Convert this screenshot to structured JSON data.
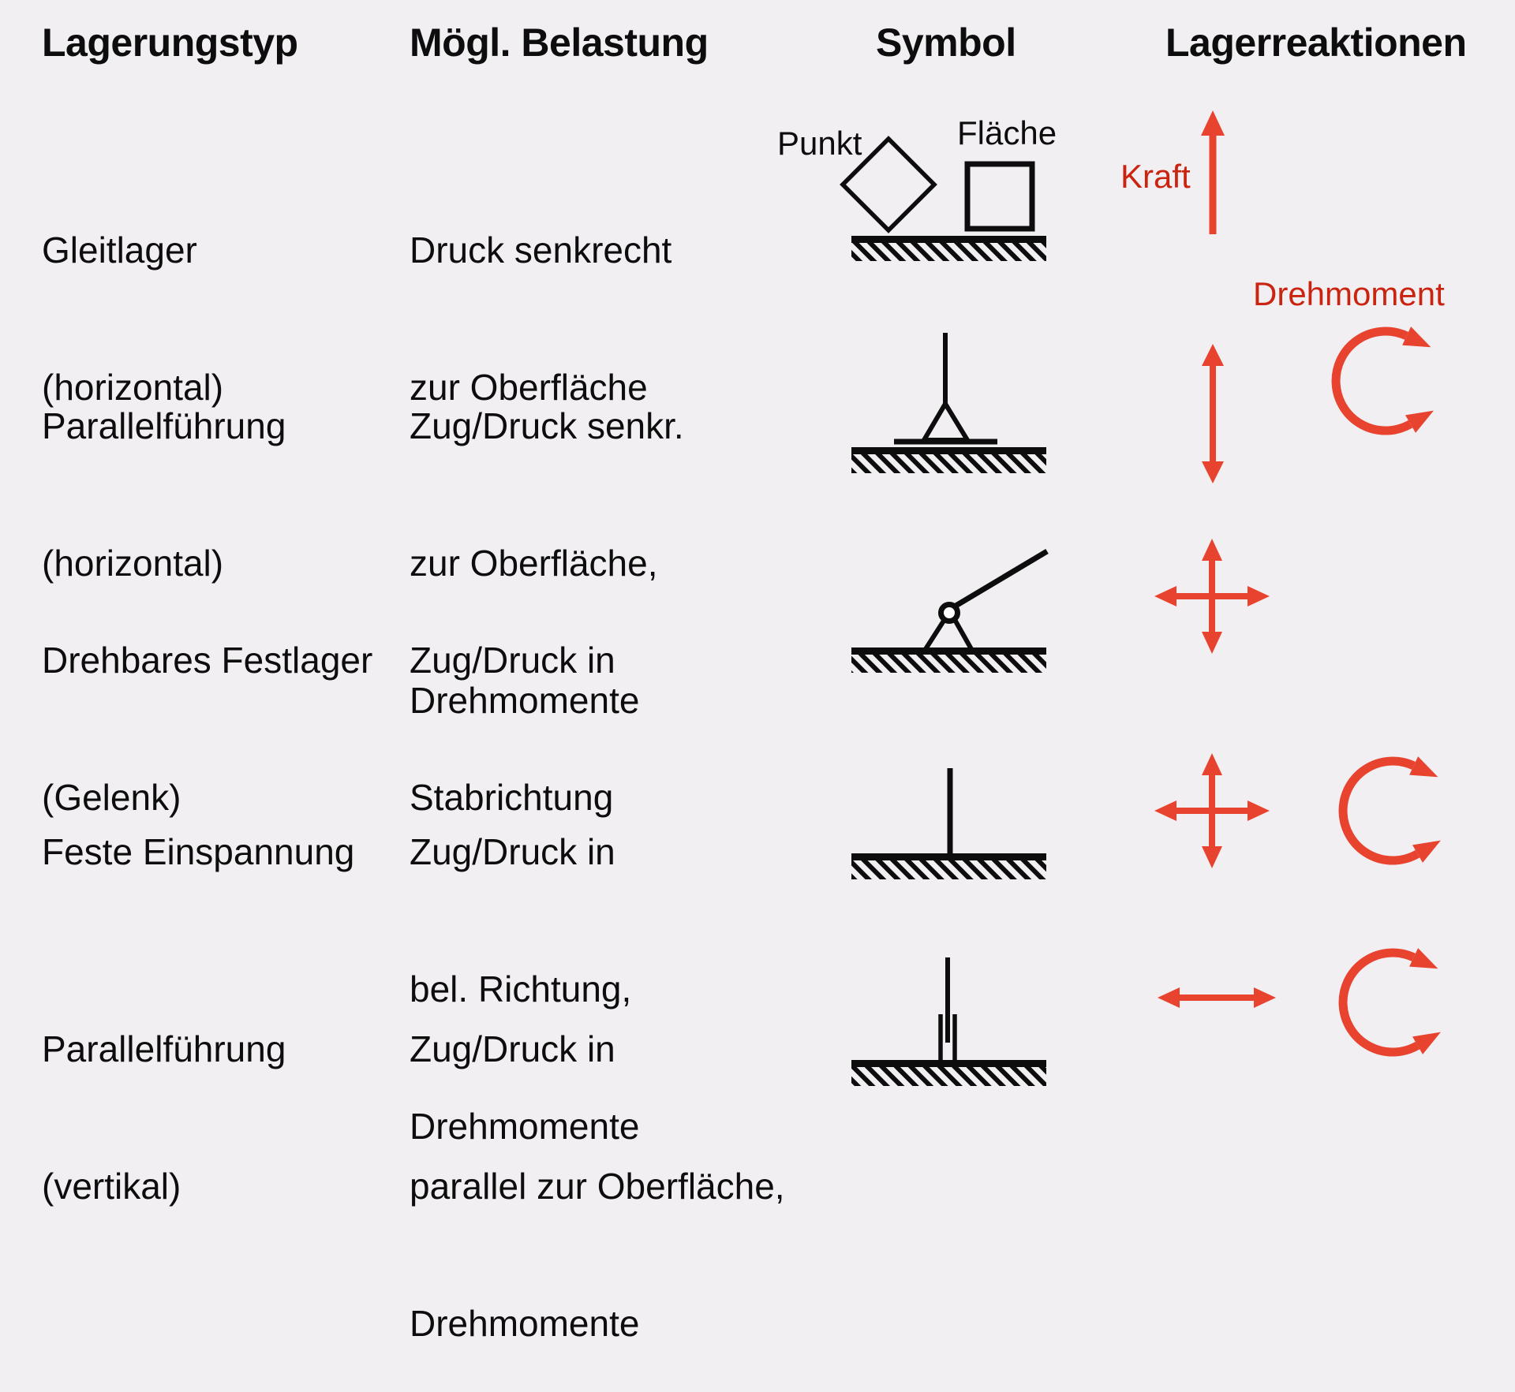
{
  "figure": {
    "background_color": "#f2eff3",
    "ink_color": "#0d0d0d",
    "arrow_color": "#e8432e",
    "red_label_color": "#c9240f",
    "columns": [
      "Lagerungstyp",
      "Mögl. Belastung",
      "Symbol",
      "Lagerreaktionen"
    ],
    "annotations": {
      "punkt": "Punkt",
      "flaeche": "Fläche",
      "kraft": "Kraft",
      "drehmoment": "Drehmoment"
    },
    "rows": [
      {
        "type": [
          "Gleitlager",
          "(horizontal)"
        ],
        "load": [
          "Druck senkrecht",
          "zur Oberfläche"
        ],
        "symbol_icon": "point-and-surface-contact-on-hatched-ground",
        "reaction_icons": [
          "force-arrow-up"
        ]
      },
      {
        "type": [
          "Parallelführung",
          "(horizontal)"
        ],
        "load": [
          "Zug/Druck senkr.",
          "zur Oberfläche,",
          "Drehmomente"
        ],
        "symbol_icon": "pendulum-rod-on-triangle-support",
        "reaction_icons": [
          "force-arrow-up-down",
          "moment-arc-arrow"
        ]
      },
      {
        "type": [
          "Drehbares Festlager",
          "(Gelenk)"
        ],
        "load": [
          "Zug/Druck in",
          "Stabrichtung"
        ],
        "symbol_icon": "pinned-support-with-inclined-rod",
        "reaction_icons": [
          "force-arrows-cross"
        ]
      },
      {
        "type": [
          "Feste Einspannung"
        ],
        "load": [
          "Zug/Druck in",
          "bel. Richtung,",
          "Drehmomente"
        ],
        "symbol_icon": "fixed-clamped-rod-in-ground",
        "reaction_icons": [
          "force-arrows-cross",
          "moment-arc-arrow"
        ]
      },
      {
        "type": [
          "Parallelführung",
          "(vertikal)"
        ],
        "load": [
          "Zug/Druck in",
          "parallel zur Oberfläche,",
          "Drehmomente"
        ],
        "symbol_icon": "vertical-sliding-sleeve-guide",
        "reaction_icons": [
          "force-arrow-left-right",
          "moment-arc-arrow"
        ]
      }
    ]
  }
}
